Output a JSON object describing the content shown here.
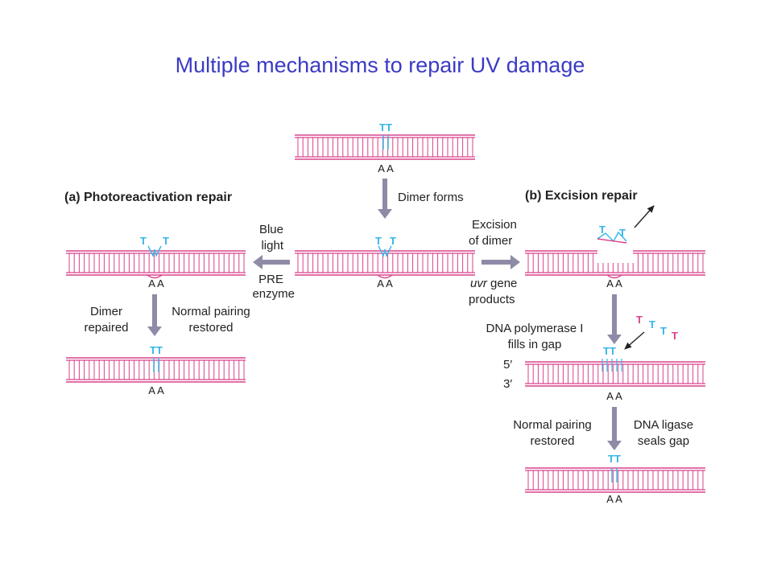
{
  "title": "Multiple mechanisms to repair UV damage",
  "colors": {
    "title": "#3b3bc4",
    "strand": "#d9428a",
    "thymine": "#34b6e8",
    "arrow": "#8f8aa6",
    "text": "#222222"
  },
  "panels": {
    "a_label": "(a) Photoreactivation repair",
    "b_label": "(b) Excision repair"
  },
  "labels": {
    "tt": "TT",
    "t": "T",
    "aa": "A A",
    "dimer_forms": "Dimer forms",
    "blue": "Blue",
    "light": "light",
    "pre": "PRE",
    "enzyme": "enzyme",
    "excision": "Excision",
    "of_dimer": "of dimer",
    "uvr": "uvr",
    "gene": " gene",
    "products": "products",
    "dimer": "Dimer",
    "repaired": "repaired",
    "normal_pairing": "Normal pairing",
    "restored": "restored",
    "dna_pol": "DNA polymerase I",
    "fills_gap": "fills in gap",
    "five_prime": "5′",
    "three_prime": "3′",
    "dna_ligase": "DNA ligase",
    "seals_gap": "seals gap"
  }
}
